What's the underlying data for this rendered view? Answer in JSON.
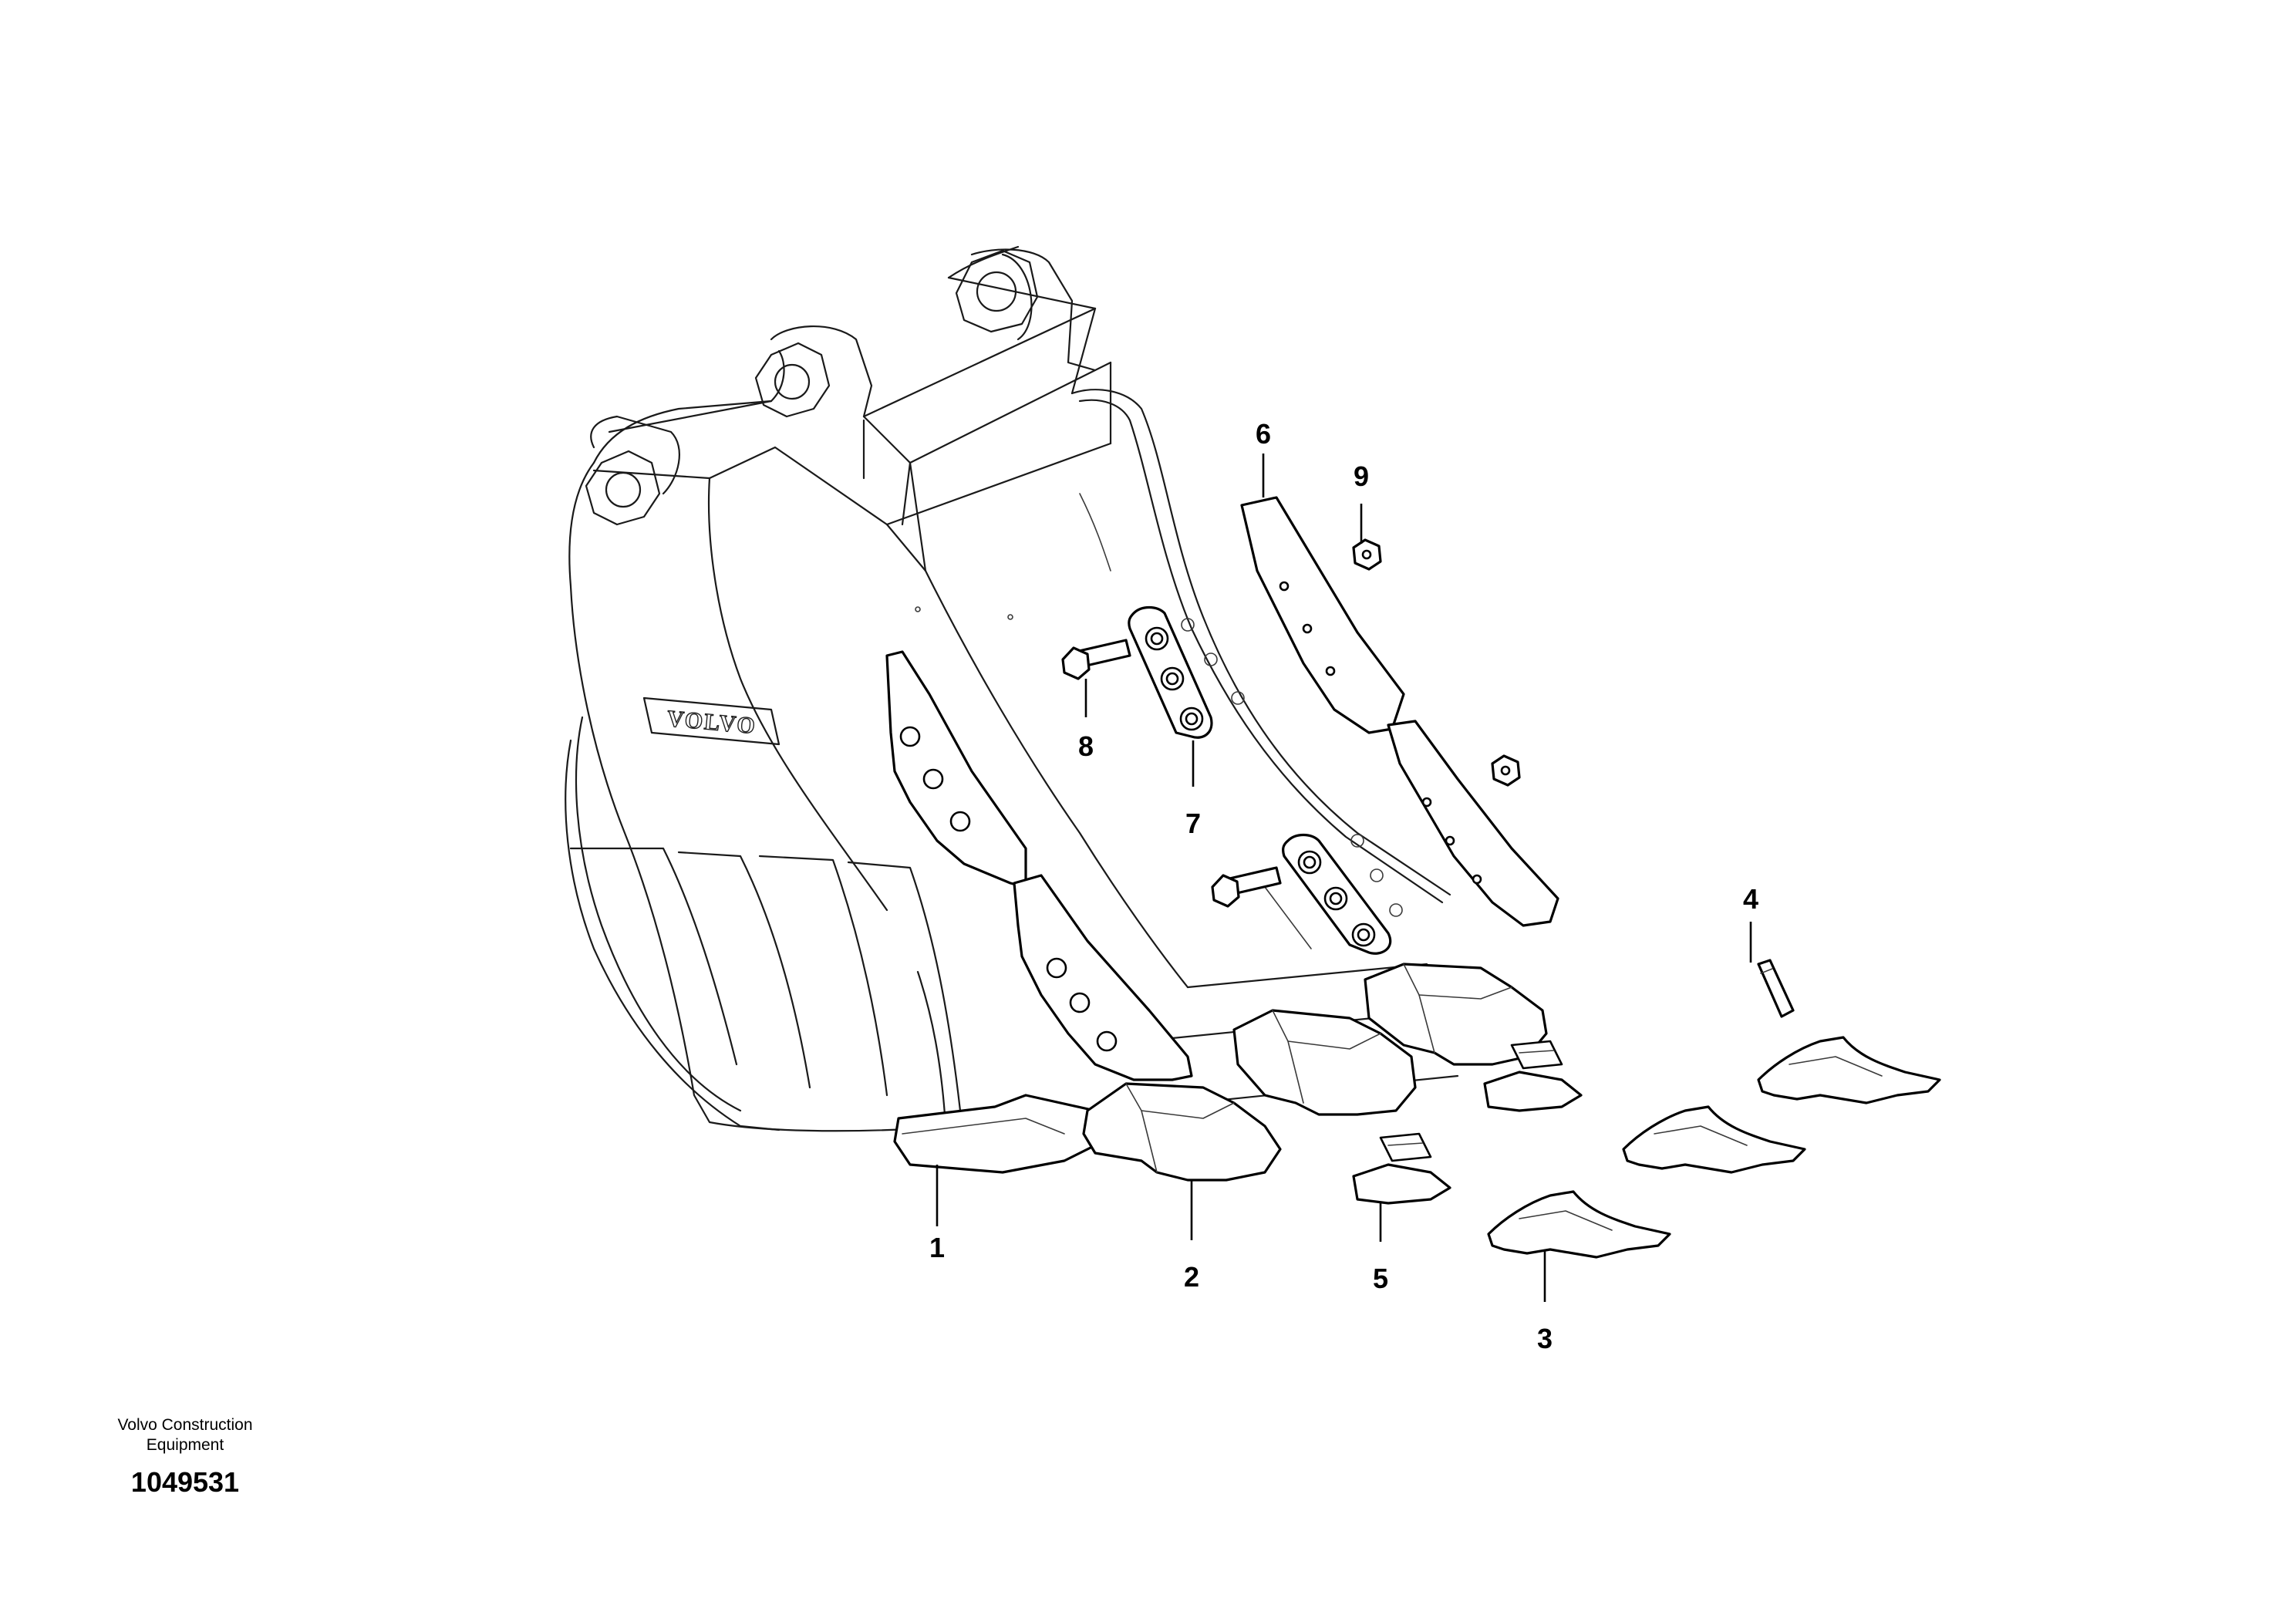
{
  "callouts": [
    {
      "id": "1",
      "label": "1"
    },
    {
      "id": "2",
      "label": "2"
    },
    {
      "id": "3",
      "label": "3"
    },
    {
      "id": "4",
      "label": "4"
    },
    {
      "id": "5",
      "label": "5"
    },
    {
      "id": "6",
      "label": "6"
    },
    {
      "id": "7",
      "label": "7"
    },
    {
      "id": "8",
      "label": "8"
    },
    {
      "id": "9",
      "label": "9"
    }
  ],
  "bucket_logo": "VOLVO",
  "footer": {
    "line1": "Volvo Construction",
    "line2": "Equipment",
    "drawing_number": "1049531"
  }
}
